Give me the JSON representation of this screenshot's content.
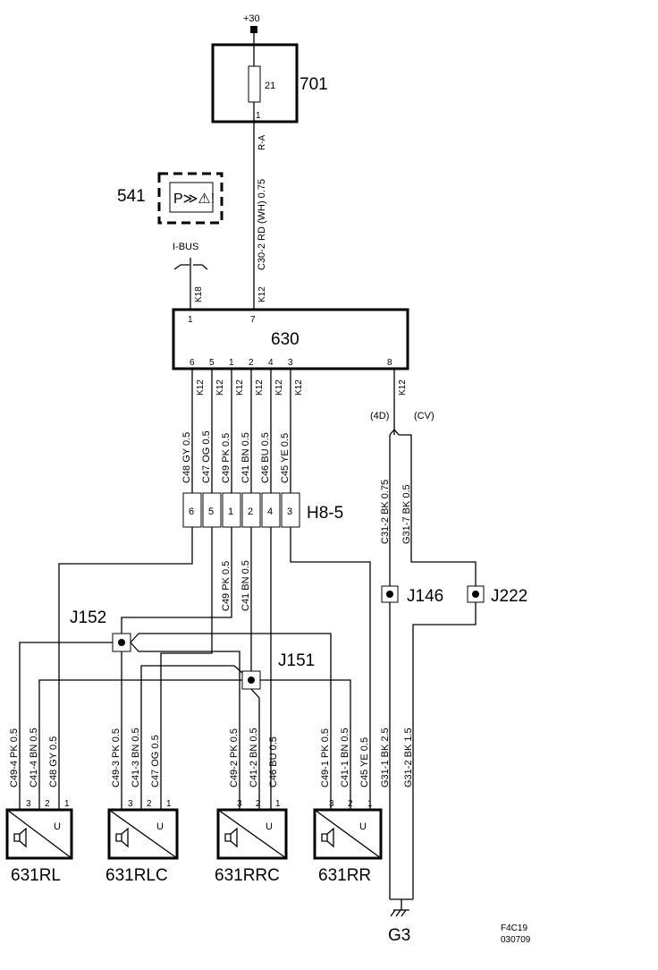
{
  "supply": {
    "label": "+30"
  },
  "fuse_box": {
    "id": "701",
    "fuse": "21",
    "pin": "1",
    "wire_pin": "R-A"
  },
  "main_wire": {
    "label": "C30-2  RD (WH) 0.75",
    "conn": "K12"
  },
  "display": {
    "id": "541",
    "symbol": "P≫⚠!",
    "bus": "I-BUS",
    "conn": "K18"
  },
  "ecu": {
    "id": "630",
    "pin_top_1": "1",
    "pin_top_7": "7",
    "pins_bottom": [
      "6",
      "5",
      "1",
      "2",
      "4",
      "3"
    ],
    "pin_8": "8",
    "k12": "K12"
  },
  "harness_wires": [
    "C48  GY  0.5",
    "C47  OG  0.5",
    "C49  PK  0.5",
    "C41  BN  0.5",
    "C46  BU  0.5",
    "C45  YE  0.5"
  ],
  "connector": {
    "id": "H8-5",
    "pins": [
      "6",
      "5",
      "1",
      "2",
      "4",
      "3"
    ]
  },
  "mid_wires": [
    "C49  PK  0.5",
    "C41  BN  0.5"
  ],
  "variants": {
    "v4d": "(4D)",
    "vcv": "(CV)"
  },
  "ground_wires": {
    "upper": [
      "C31-2  BK  0.75",
      "G31-7  BK  0.5"
    ],
    "lower": [
      "G31-1  BK  2.5",
      "G31-2  BK  1.5"
    ]
  },
  "junctions": {
    "j146": "J146",
    "j222": "J222",
    "j151": "J151",
    "j152": "J152"
  },
  "speakers": [
    {
      "id": "631RL",
      "wires": [
        "C49-4  PK  0.5",
        "C41-4  BN  0.5",
        "C48  GY  0.5"
      ],
      "pins": [
        "3",
        "2",
        "1"
      ],
      "u": "U"
    },
    {
      "id": "631RLC",
      "wires": [
        "C49-3  PK  0.5",
        "C41-3  BN  0.5",
        "C47  OG  0.5"
      ],
      "pins": [
        "3",
        "2",
        "1"
      ],
      "u": "U"
    },
    {
      "id": "631RRC",
      "wires": [
        "C49-2  PK  0.5",
        "C41-2  BN  0.5",
        "C46  BU  0.5"
      ],
      "pins": [
        "3",
        "2",
        "1"
      ],
      "u": "U"
    },
    {
      "id": "631RR",
      "wires": [
        "C49-1  PK  0.5",
        "C41-1  BN  0.5",
        "C45  YE  0.5"
      ],
      "pins": [
        "3",
        "2",
        "1"
      ],
      "u": "U"
    }
  ],
  "ground": {
    "id": "G3"
  },
  "doc": {
    "code": "F4C19",
    "date": "030709"
  }
}
